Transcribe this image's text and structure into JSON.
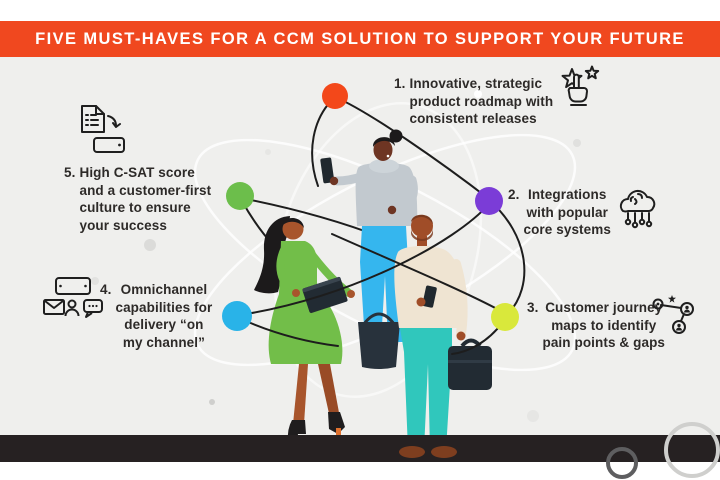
{
  "header": {
    "title": "FIVE MUST-HAVES FOR A CCM SOLUTION TO SUPPORT YOUR FUTURE"
  },
  "palette": {
    "header_bg": "#F0481F",
    "body_bg": "#EFEFED",
    "floor": "#262122",
    "text": "#2D2A28",
    "orbit_line": "#1D1D1D"
  },
  "points": [
    {
      "number": "1.",
      "lines": [
        "Innovative, strategic",
        "product roadmap with",
        "consistent releases"
      ],
      "dot_color": "#F3481A",
      "icon": "tap-stars-icon"
    },
    {
      "number": "2.",
      "lines": [
        "Integrations",
        "with popular",
        "core systems"
      ],
      "dot_color": "#7B3CD7",
      "icon": "ai-cloud-icon"
    },
    {
      "number": "3.",
      "lines": [
        "Customer journey",
        "maps to identify",
        "pain points & gaps"
      ],
      "dot_color": "#D9E83B",
      "icon": "journey-map-icon"
    },
    {
      "number": "4.",
      "lines": [
        "Omnichannel",
        "capabilities for",
        "delivery “on",
        "my channel”"
      ],
      "dot_color": "#29B3E8",
      "icon": "omnichannel-icon"
    },
    {
      "number": "5.",
      "lines": [
        "High C-SAT score",
        "and a customer-first",
        "culture to ensure",
        "your success"
      ],
      "dot_color": "#6CBE4B",
      "icon": "report-device-icon"
    }
  ]
}
